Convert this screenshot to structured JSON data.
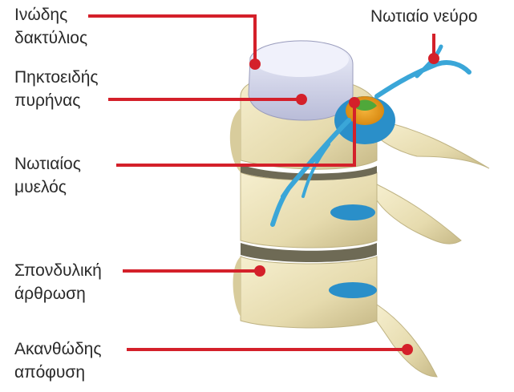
{
  "labels": {
    "annulus": {
      "line1": "Ινώδης",
      "line2": "δακτύλιος"
    },
    "nucleus": {
      "line1": "Πηκτοειδής",
      "line2": "πυρήνας"
    },
    "spinal_nerve": {
      "line1": "Νωτιαίο νεύρο"
    },
    "spinal_cord": {
      "line1": "Νωτιαίος",
      "line2": "μυελός"
    },
    "facet_joint": {
      "line1": "Σπονδυλική",
      "line2": "άρθρωση"
    },
    "spinous_process": {
      "line1": "Ακανθώδης",
      "line2": "απόφυση"
    }
  },
  "colors": {
    "leader": "#d4202a",
    "bone": "#ece2b8",
    "bone_shade": "#c9bd8c",
    "disc": "#d8d8ec",
    "canal": "#2a8fc9",
    "nerve": "#3aa6d8",
    "cord_core": "#f0a020",
    "cord_inner": "#4fa83a"
  }
}
